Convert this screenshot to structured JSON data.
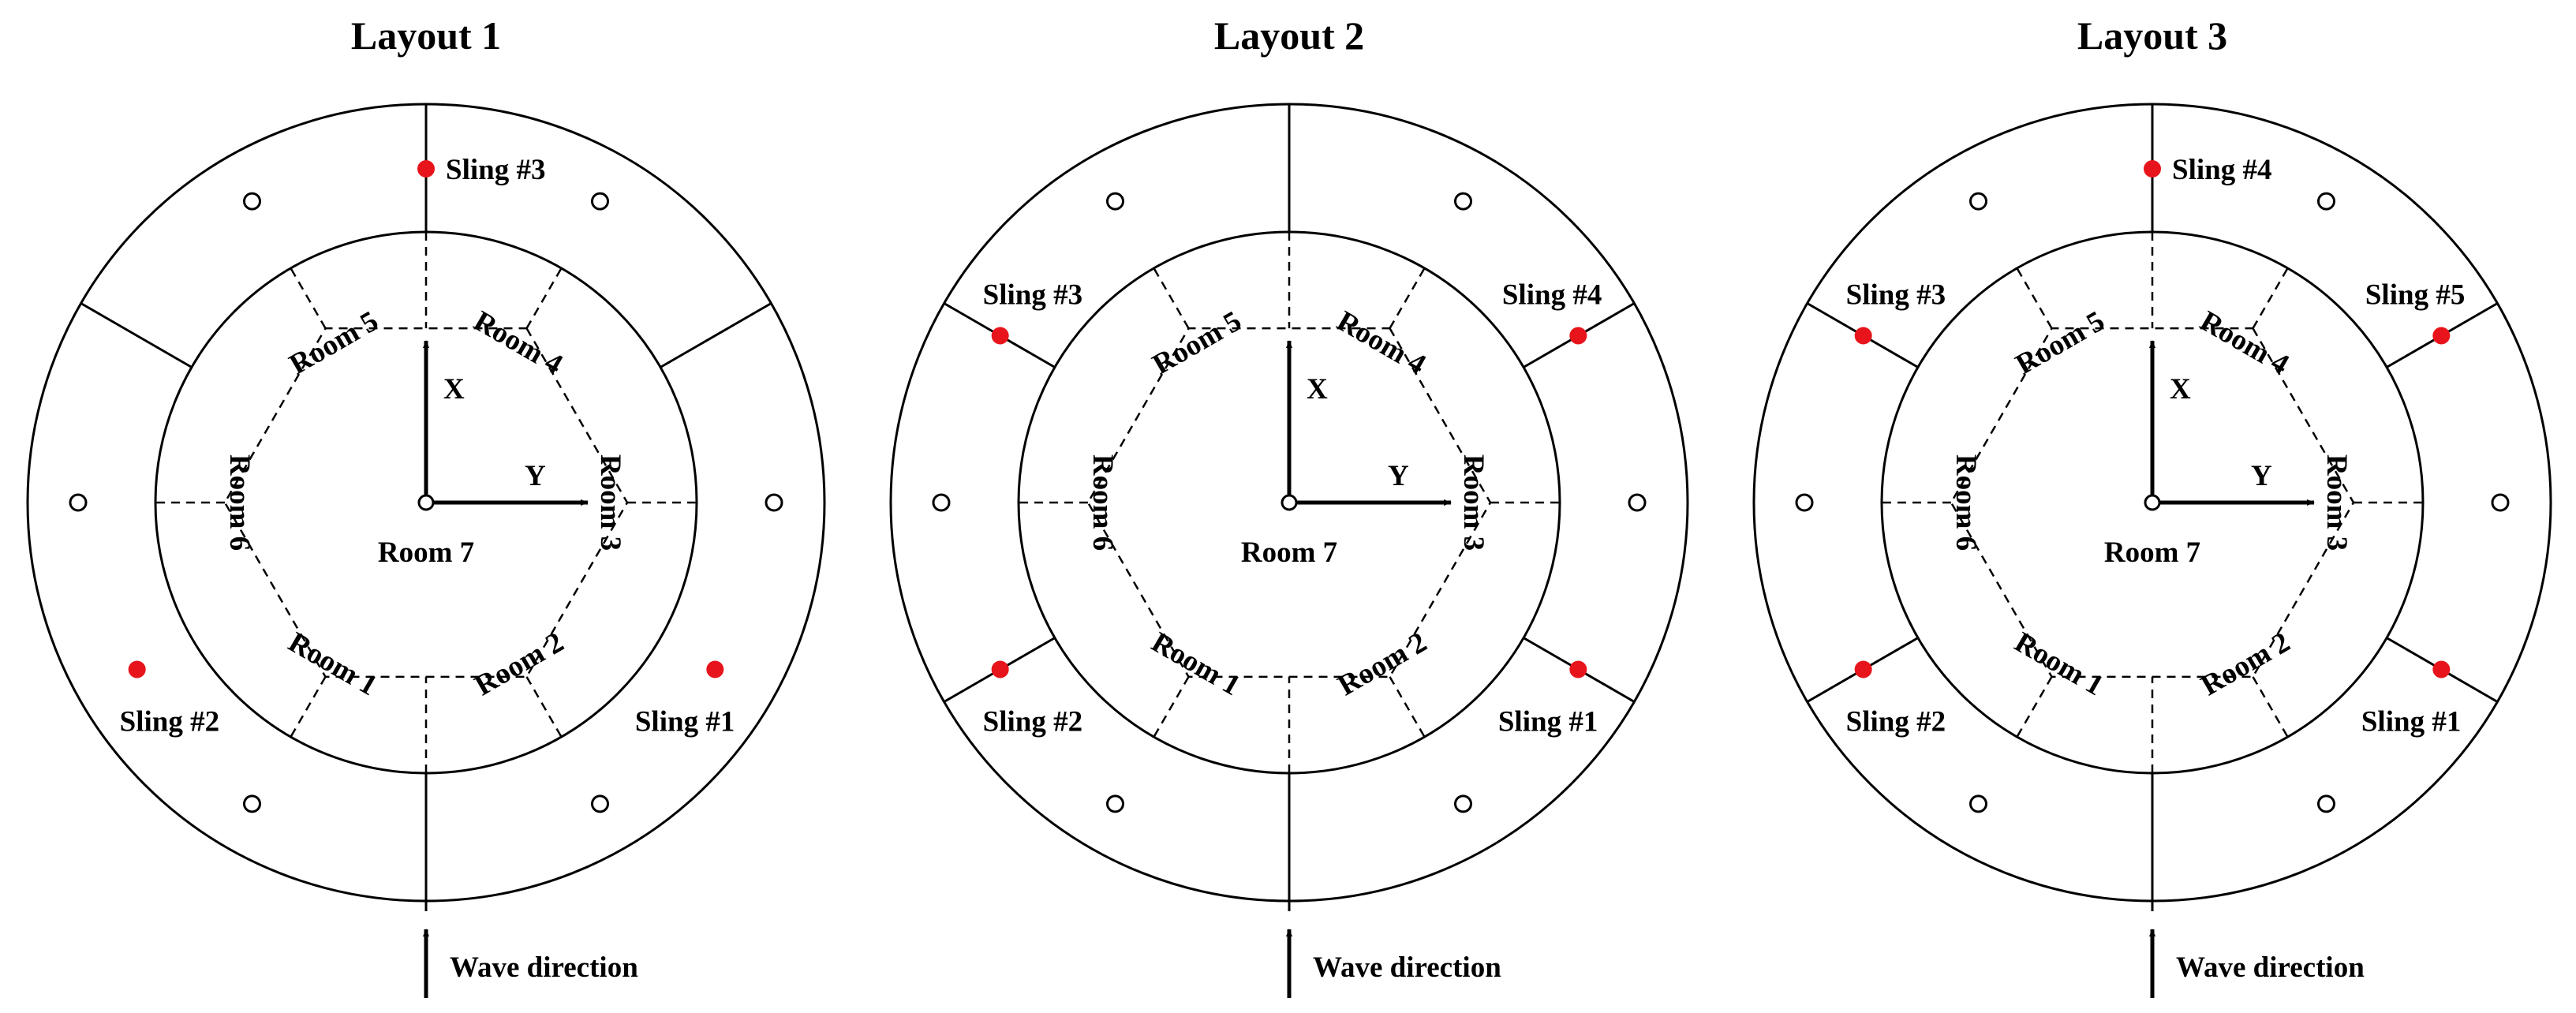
{
  "colors": {
    "line": "#000000",
    "sling": "#e8141b",
    "background": "#ffffff"
  },
  "axes": {
    "x_label": "X",
    "y_label": "Y"
  },
  "center_label": "Room 7",
  "wave_label": "Wave direction",
  "rooms": [
    {
      "id": 1,
      "label": "Room 1"
    },
    {
      "id": 2,
      "label": "Room 2"
    },
    {
      "id": 3,
      "label": "Room 3"
    },
    {
      "id": 4,
      "label": "Room 4"
    },
    {
      "id": 5,
      "label": "Room 5"
    },
    {
      "id": 6,
      "label": "Room 6"
    }
  ],
  "layouts": [
    {
      "title": "Layout 1",
      "slings": [
        {
          "label": "Sling #1",
          "angle_deg": 120
        },
        {
          "label": "Sling #2",
          "angle_deg": 240
        },
        {
          "label": "Sling #3",
          "angle_deg": 0
        }
      ],
      "dividers_deg": [
        0,
        60,
        180,
        300
      ],
      "open_markers_deg": [
        30,
        90,
        150,
        210,
        270,
        330
      ]
    },
    {
      "title": "Layout 2",
      "slings": [
        {
          "label": "Sling #1",
          "angle_deg": 120
        },
        {
          "label": "Sling #2",
          "angle_deg": 240
        },
        {
          "label": "Sling #3",
          "angle_deg": 300
        },
        {
          "label": "Sling #4",
          "angle_deg": 60
        }
      ],
      "dividers_deg": [
        0,
        60,
        120,
        180,
        240,
        300
      ],
      "open_markers_deg": [
        30,
        90,
        150,
        210,
        270,
        330
      ]
    },
    {
      "title": "Layout 3",
      "slings": [
        {
          "label": "Sling #1",
          "angle_deg": 120
        },
        {
          "label": "Sling #2",
          "angle_deg": 240
        },
        {
          "label": "Sling #3",
          "angle_deg": 300
        },
        {
          "label": "Sling #4",
          "angle_deg": 0
        },
        {
          "label": "Sling #5",
          "angle_deg": 60
        }
      ],
      "dividers_deg": [
        0,
        60,
        120,
        180,
        240,
        300
      ],
      "open_markers_deg": [
        30,
        90,
        150,
        210,
        270,
        330
      ]
    }
  ]
}
